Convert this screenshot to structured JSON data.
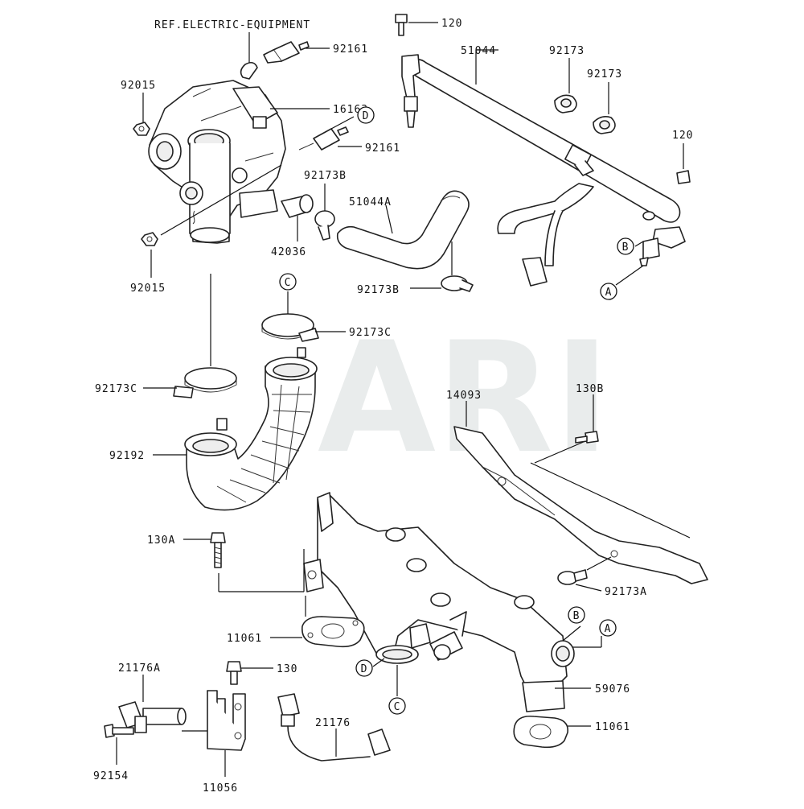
{
  "reference_note": "REF.ELECTRIC-EQUIPMENT",
  "watermark": "ARI",
  "part_labels": {
    "p120_top": "120",
    "p92161_top": "92161",
    "p51044": "51044",
    "p92173_a": "92173",
    "p92173_b": "92173",
    "p92015_top": "92015",
    "p16163": "16163",
    "p92161_mid": "92161",
    "p120_right": "120",
    "p92173B_mid": "92173B",
    "p51044A": "51044A",
    "p42036": "42036",
    "p92015_bottom": "92015",
    "p92173B_low": "92173B",
    "p92173C_top": "92173C",
    "p92173C_left": "92173C",
    "p14093": "14093",
    "p130B": "130B",
    "p92192": "92192",
    "p130A": "130A",
    "p92173A": "92173A",
    "p11061_left": "11061",
    "p59076": "59076",
    "p11061_right": "11061",
    "p21176A": "21176A",
    "p130": "130",
    "p21176": "21176",
    "p92154": "92154",
    "p11056": "11056"
  },
  "connection_markers": {
    "d_top": "D",
    "c_top": "C",
    "b_right": "B",
    "a_right": "A",
    "b_manifold": "B",
    "a_manifold": "A",
    "d_manifold": "D",
    "c_manifold": "C"
  }
}
